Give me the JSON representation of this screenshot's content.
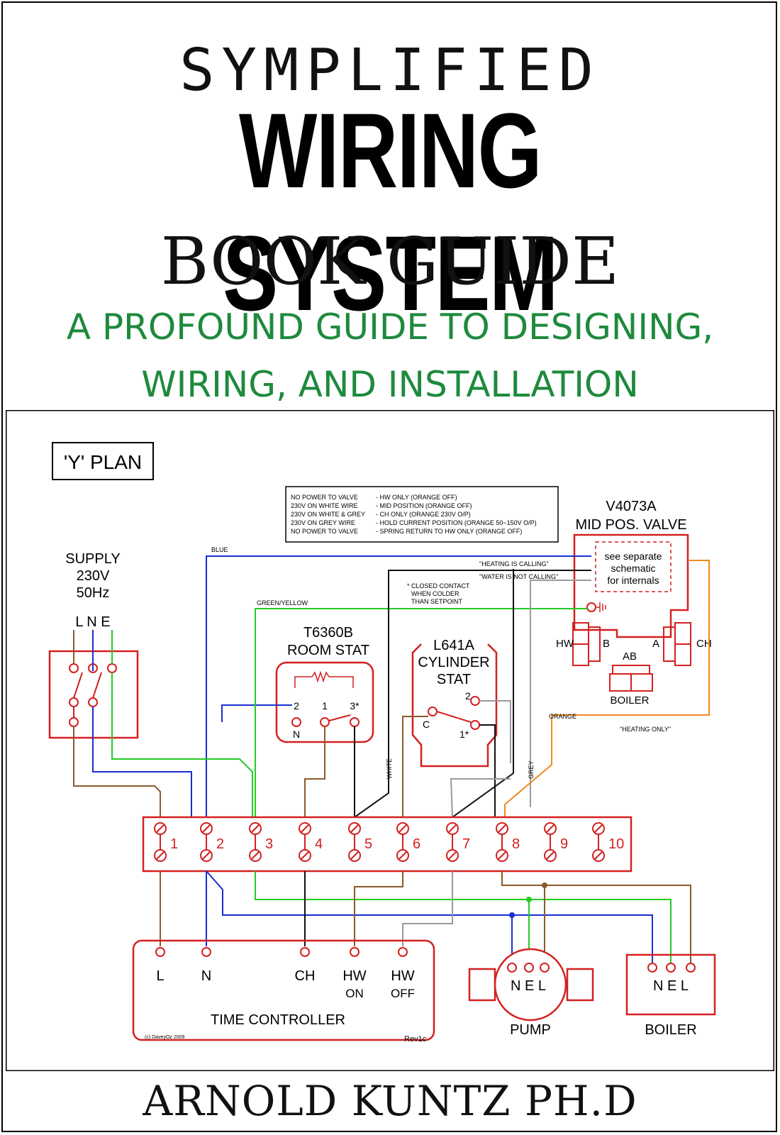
{
  "cover": {
    "title_line1": "SYMPLIFIED",
    "title_line2": "WIRING SYSTEM",
    "title_line3": "BOOK GUIDE",
    "subtitle_line1": "A PROFOUND GUIDE TO DESIGNING,",
    "subtitle_line2": "WIRING, AND INSTALLATION",
    "author": "ARNOLD KUNTZ PH.D"
  },
  "diagram": {
    "plan_label": "'Y' PLAN",
    "legend": {
      "left": [
        "NO POWER TO VALVE",
        "230V ON WHITE WIRE",
        "230V ON WHITE & GREY",
        "230V ON GREY WIRE",
        "NO POWER TO VALVE"
      ],
      "right": [
        "- HW ONLY (ORANGE OFF)",
        "- MID POSITION (ORANGE OFF)",
        "- CH ONLY (ORANGE 230V O/P)",
        "- HOLD CURRENT POSITION (ORANGE 50~150V O/P)",
        "- SPRING RETURN TO HW ONLY (ORANGE OFF)"
      ]
    },
    "valve": {
      "model": "V4073A",
      "name": "MID POS. VALVE",
      "internals": [
        "see separate",
        "schematic",
        "for internals"
      ],
      "hw": "HW",
      "ch": "CH",
      "b": "B",
      "a": "A",
      "ab": "AB",
      "boiler": "BOILER"
    },
    "supply": {
      "label_lines": [
        "SUPPLY",
        "230V",
        "50Hz"
      ],
      "terminals": "L  N  E"
    },
    "room_stat": {
      "model": "T6360B",
      "name": "ROOM STAT",
      "t2": "2",
      "t1": "1",
      "t3": "3*",
      "n": "N"
    },
    "cylinder_stat": {
      "model": "L641A",
      "name_line1": "CYLINDER",
      "name_line2": "STAT",
      "t2": "2",
      "c": "C",
      "t1": "1*"
    },
    "wire_labels": {
      "blue": "BLUE",
      "green_yellow": "GREEN/YELLOW",
      "heating_calling": "\"HEATING IS CALLING\"",
      "water_not_calling": "\"WATER IS NOT CALLING\"",
      "closed_contact": [
        "* CLOSED CONTACT",
        "WHEN COLDER",
        "THAN SETPOINT"
      ],
      "orange": "ORANGE",
      "heating_only": "\"HEATING ONLY\"",
      "white": "WHITE",
      "grey": "GREY"
    },
    "terminal_block": [
      "1",
      "2",
      "3",
      "4",
      "5",
      "6",
      "7",
      "8",
      "9",
      "10"
    ],
    "time_controller": {
      "name": "TIME CONTROLLER",
      "terminals": [
        "L",
        "N",
        "CH",
        "HW",
        "HW"
      ],
      "sublabels": [
        "ON",
        "OFF"
      ],
      "copyright": "(c) DaveyOz 2009",
      "rev": "Rev1c"
    },
    "pump": {
      "name": "PUMP",
      "terminals": "N E L"
    },
    "boiler": {
      "name": "BOILER",
      "terminals": "N E L"
    },
    "colors": {
      "red": "#d42020",
      "blue": "#1a2fd0",
      "green": "#22cc22",
      "brown": "#8b5a2b",
      "black": "#111111",
      "grey": "#9a9a9a",
      "orange": "#ee8a1e"
    }
  }
}
